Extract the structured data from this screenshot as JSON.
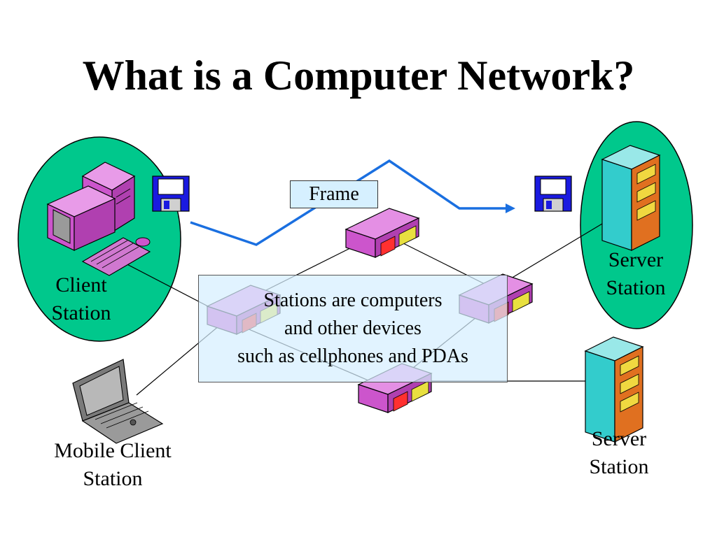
{
  "slide": {
    "title": "What is a Computer Network?"
  },
  "frame_label": "Frame",
  "labels": {
    "client": [
      "Client",
      "Station"
    ],
    "server_top": [
      "Server",
      "Station"
    ],
    "server_bottom": [
      "Server",
      "Station"
    ],
    "mobile": [
      "Mobile Client",
      "Station"
    ]
  },
  "callout": [
    "Stations are computers",
    "and other devices",
    "such as cellphones and PDAs"
  ],
  "colors": {
    "station_ellipse": "#00c88c",
    "frame_path": "#1a6fe0",
    "frame_box": "#d6f0ff",
    "callout_box": "#d6eeff",
    "device_magenta": "#cc55cc",
    "server_cyan": "#33cccc"
  },
  "icons": [
    "desktop-computer-icon",
    "floppy-disk-icon",
    "server-tower-icon",
    "laptop-icon",
    "network-router-icon"
  ]
}
